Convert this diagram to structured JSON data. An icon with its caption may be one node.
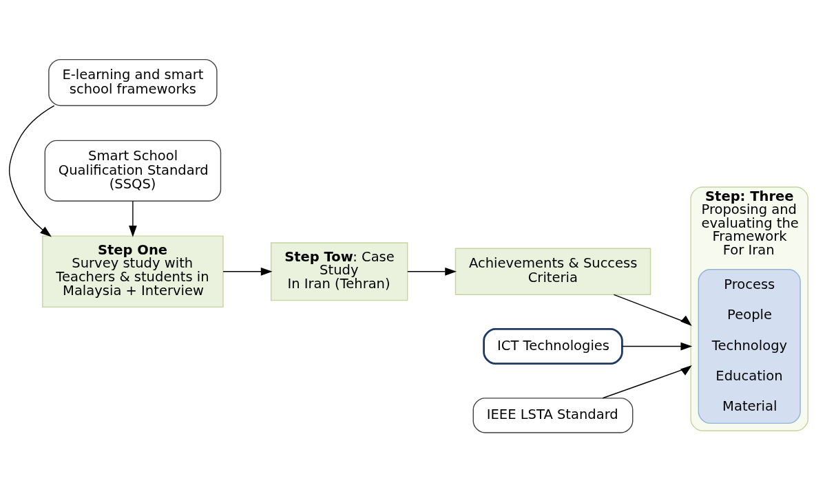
{
  "diagram": {
    "nodes": [
      {
        "text": [
          "E-learning and smart school frameworks"
        ]
      },
      {
        "text": [
          "Step One",
          "Survey study with Teachers & students in Malaysia + Interview"
        ]
      },
      {
        "text": [
          "Smart School Qualification Standard (SSQS)"
        ]
      },
      {
        "text": [
          "**Step Tow**: Case Study",
          "In Iran (Tehran)"
        ]
      },
      {
        "text": [
          "ICT Technologies"
        ]
      },
      {
        "text": [
          "Achievements & Success Criteria"
        ]
      },
      {
        "text": [
          "IEEE LSTA Standard"
        ]
      },
      {
        "text": [
          "Step: Three",
          "Proposing and evaluating the Framework",
          "For Iran"
        ]
      },
      {
        "text": [
          "Process",
          "People",
          "Technology",
          "Education",
          "Material"
        ],
        "in": 7
      }
    ],
    "edges": [
      {
        "from": 0,
        "to": 1,
        "arrow": "to"
      },
      {
        "from": 2,
        "to": 1,
        "arrow": "to"
      },
      {
        "from": 1,
        "to": 3,
        "arrow": "to"
      },
      {
        "from": 3,
        "to": 5,
        "arrow": "to"
      },
      {
        "from": 4,
        "to": 7,
        "arrow": "to"
      },
      {
        "from": 5,
        "to": 7,
        "arrow": "to"
      },
      {
        "from": 6,
        "to": 7,
        "arrow": "to"
      }
    ]
  }
}
